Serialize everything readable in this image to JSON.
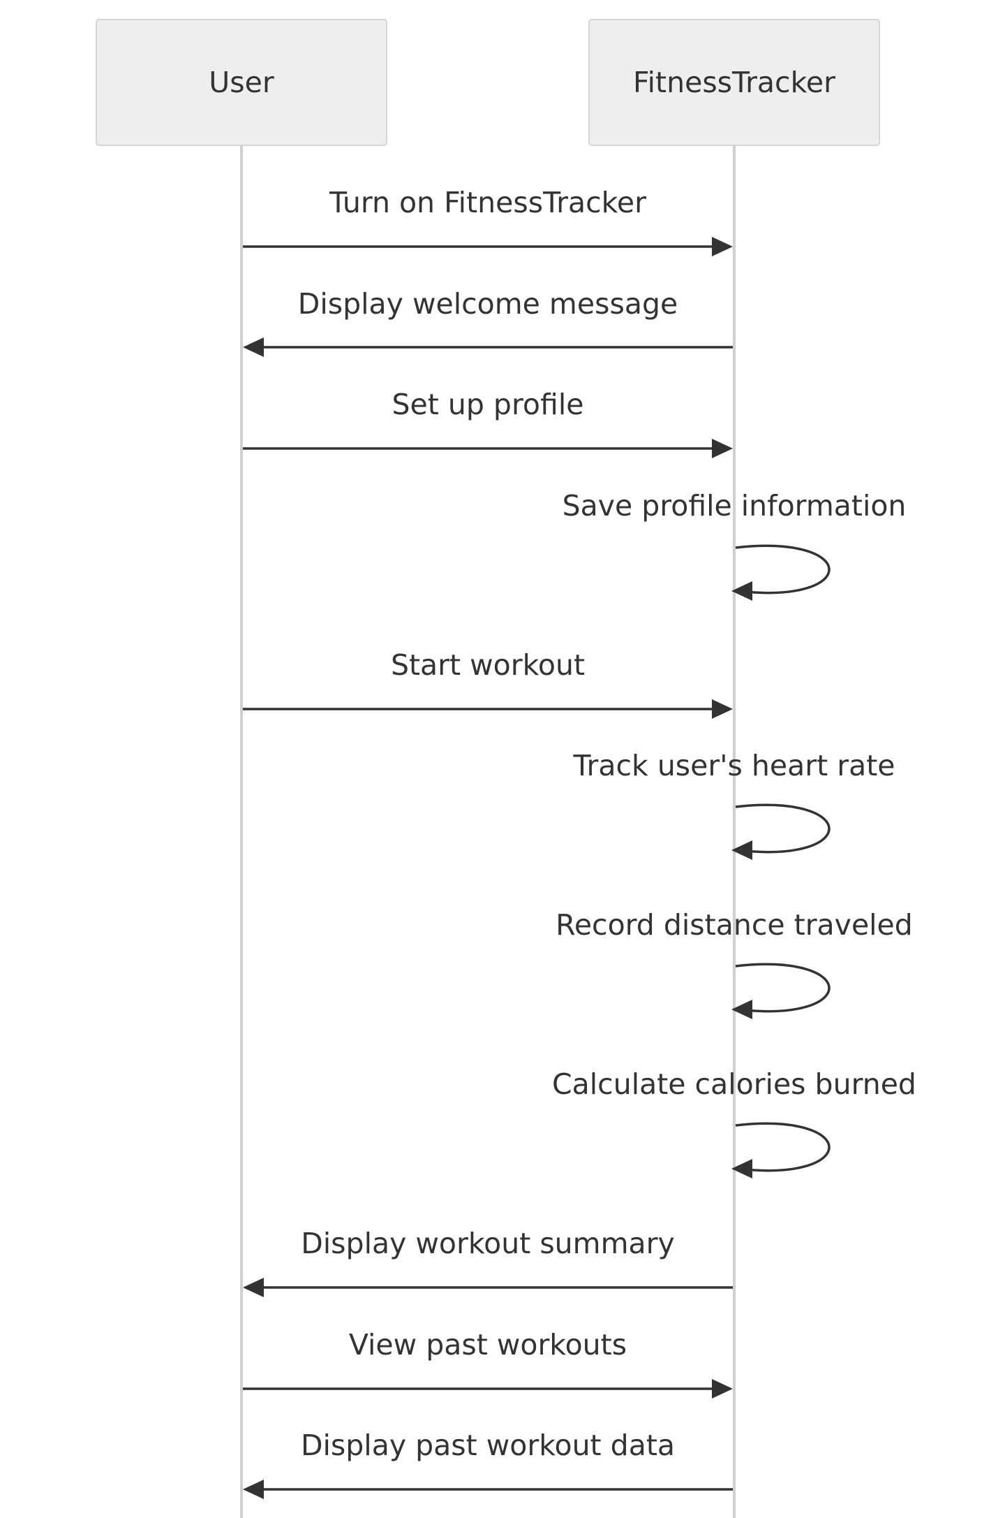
{
  "participants": [
    {
      "id": "user",
      "label": "User"
    },
    {
      "id": "tracker",
      "label": "FitnessTracker"
    }
  ],
  "messages": [
    {
      "from": "user",
      "to": "tracker",
      "label": "Turn on FitnessTracker"
    },
    {
      "from": "tracker",
      "to": "user",
      "label": "Display welcome message"
    },
    {
      "from": "user",
      "to": "tracker",
      "label": "Set up profile"
    },
    {
      "from": "tracker",
      "to": "tracker",
      "label": "Save profile information"
    },
    {
      "from": "user",
      "to": "tracker",
      "label": "Start workout"
    },
    {
      "from": "tracker",
      "to": "tracker",
      "label": "Track user's heart rate"
    },
    {
      "from": "tracker",
      "to": "tracker",
      "label": "Record distance traveled"
    },
    {
      "from": "tracker",
      "to": "tracker",
      "label": "Calculate calories burned"
    },
    {
      "from": "tracker",
      "to": "user",
      "label": "Display workout summary"
    },
    {
      "from": "user",
      "to": "tracker",
      "label": "View past workouts"
    },
    {
      "from": "tracker",
      "to": "user",
      "label": "Display past workout data"
    }
  ],
  "colors": {
    "actor_fill": "#eeeeee",
    "actor_border": "#d6d6d6",
    "lifeline": "#d0d0d0",
    "line": "#333333"
  }
}
